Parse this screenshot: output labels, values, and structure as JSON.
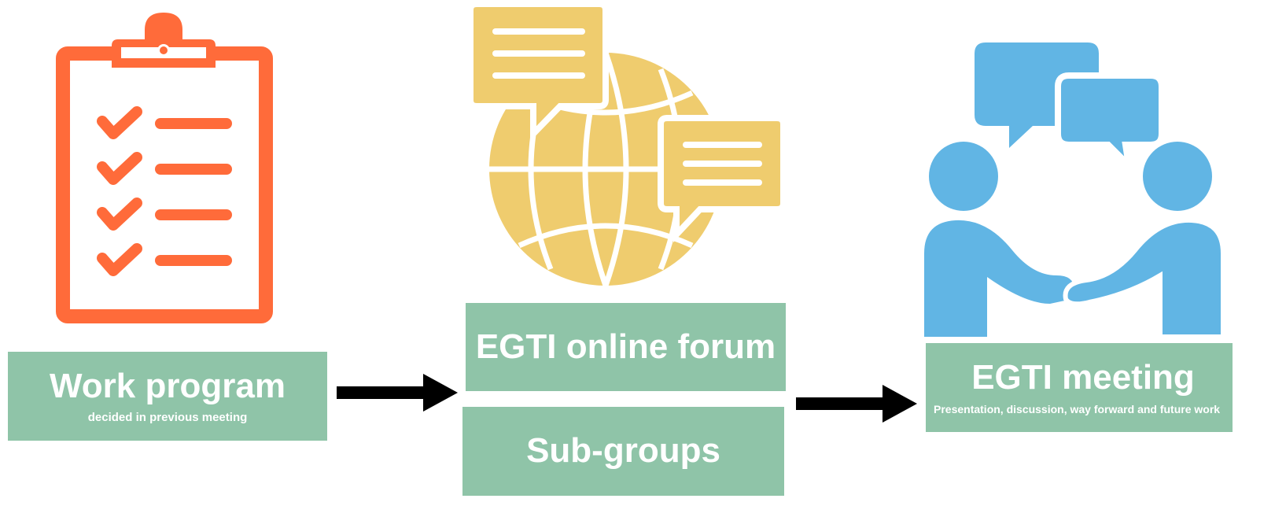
{
  "steps": {
    "work_program": {
      "title": "Work program",
      "subtitle": "decided in previous meeting",
      "icon": "clipboard-checklist-icon",
      "icon_color": "#ff6b3a"
    },
    "online_forum": {
      "title": "EGTI online forum",
      "icon": "globe-chat-icon",
      "icon_color": "#efcc6e"
    },
    "sub_groups": {
      "title": "Sub-groups"
    },
    "meeting": {
      "title": "EGTI meeting",
      "subtitle": "Presentation, discussion, way forward and future work",
      "icon": "people-handshake-icon",
      "icon_color": "#61b5e4"
    }
  },
  "colors": {
    "box_fill": "#8fc4a8",
    "box_text": "#ffffff",
    "arrow": "#000000"
  }
}
